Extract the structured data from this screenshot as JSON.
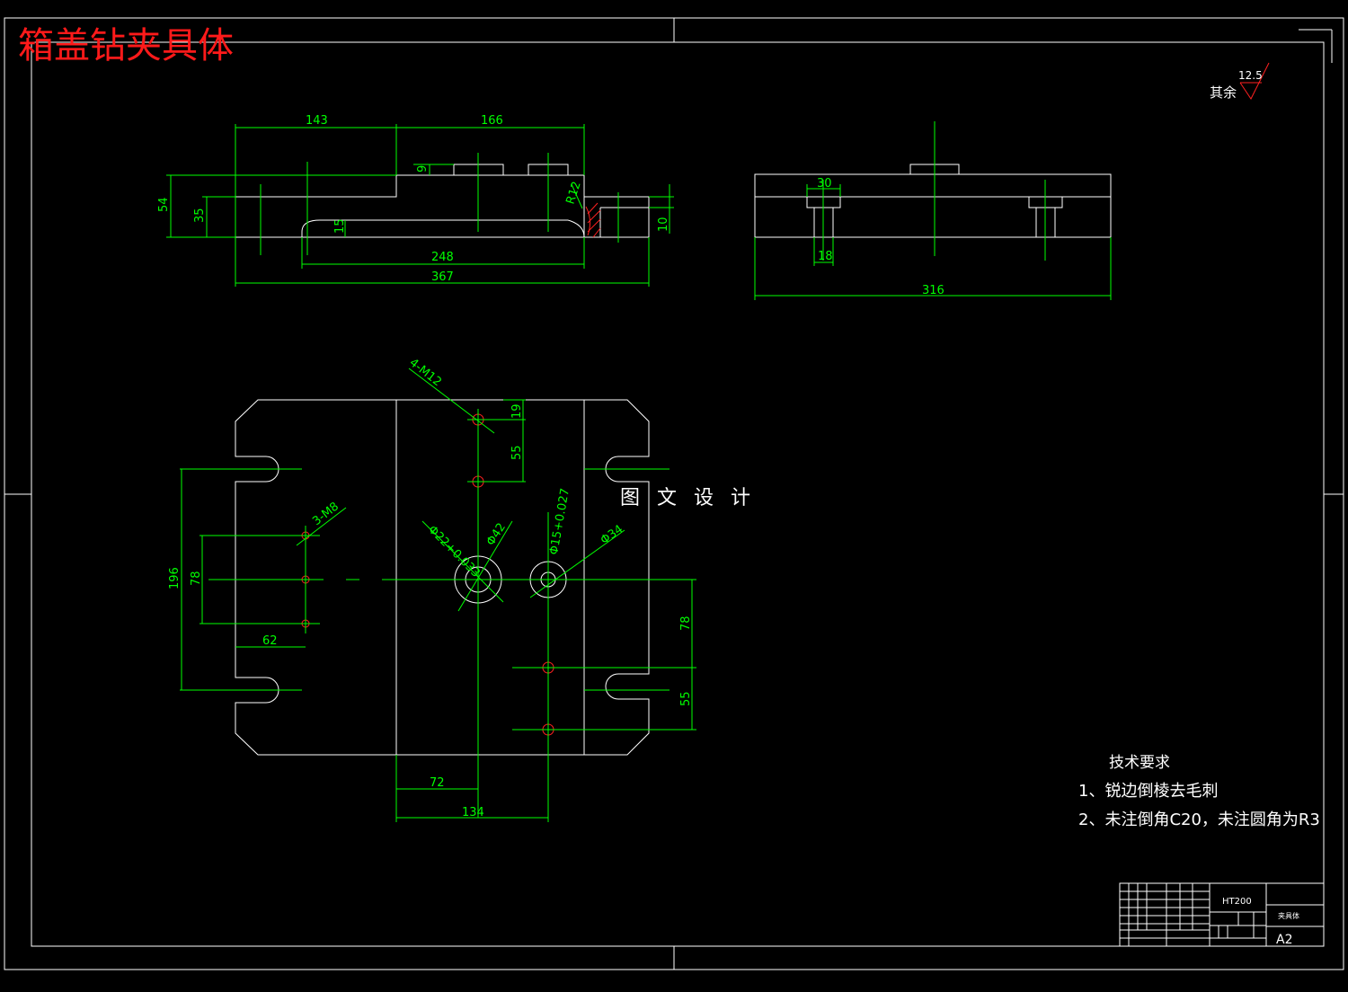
{
  "drawing": {
    "title": "箱盖钻夹具体",
    "watermark": "图 文 设 计",
    "roughness": {
      "prefix": "其余",
      "value": "12.5"
    },
    "technical_requirements": {
      "title": "技术要求",
      "items": [
        "1、锐边倒棱去毛刺",
        "2、未注倒角C20，未注圆角为R3"
      ]
    },
    "title_block": {
      "material": "HT200",
      "part_name": "夹具体",
      "sheet_size": "A2"
    }
  },
  "dimensions": {
    "front": {
      "d143": "143",
      "d166": "166",
      "d54": "54",
      "d35": "35",
      "d9": "9",
      "d15": "15",
      "d248": "248",
      "d367": "367",
      "r12": "R12",
      "d10": "10"
    },
    "side": {
      "d30": "30",
      "d18": "18",
      "d316": "316"
    },
    "plan": {
      "m12": "4-M12",
      "d19": "19",
      "d55a": "55",
      "m8": "3-M8",
      "d196": "196",
      "d78a": "78",
      "d62": "62",
      "phi22": "Φ22+0.033",
      "phi42": "Φ42",
      "phi15": "Φ15+0.027",
      "phi34": "Φ34",
      "d78b": "78",
      "d55b": "55",
      "d72": "72",
      "d134": "134"
    }
  },
  "colors": {
    "outline": "#ffffff",
    "dimension": "#00ff00",
    "title": "#ff1a1a",
    "hole": "#ff2020"
  }
}
